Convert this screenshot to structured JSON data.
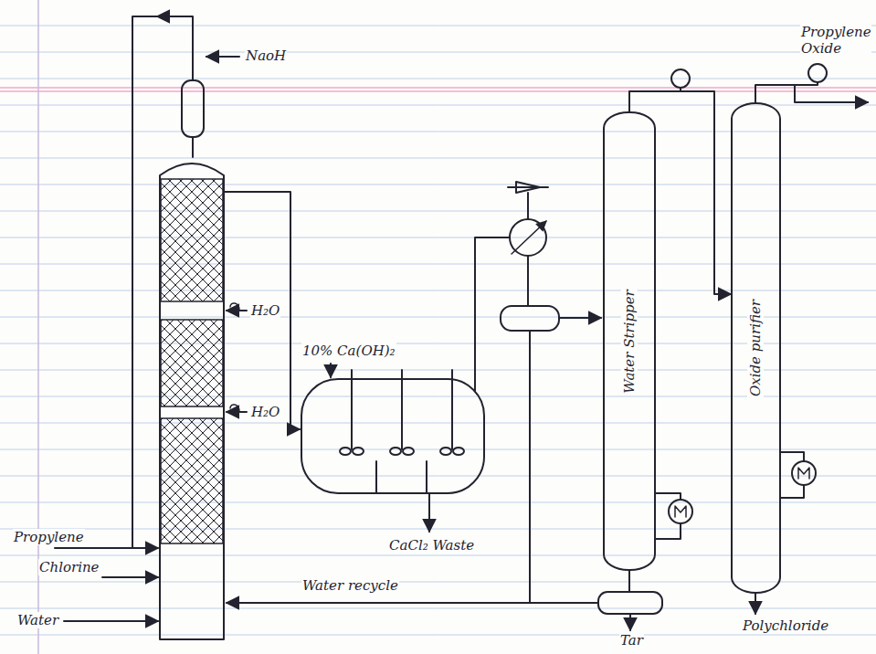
{
  "diagram": {
    "nodes": [
      {
        "text": [
          "Water Stripper"
        ]
      },
      {
        "text": [
          "Oxide purifier"
        ]
      }
    ],
    "edges": [
      {
        "from": 0,
        "to": 1,
        "arrow": "to"
      }
    ],
    "labels": [
      "NaoH",
      "H₂O",
      "H₂O",
      "10% Ca(OH)₂",
      "Propylene",
      "Chlorine",
      "Water",
      "CaCl₂ Waste",
      "Water recycle",
      "Propylene Oxide",
      "Polychloride",
      "Tar"
    ]
  }
}
